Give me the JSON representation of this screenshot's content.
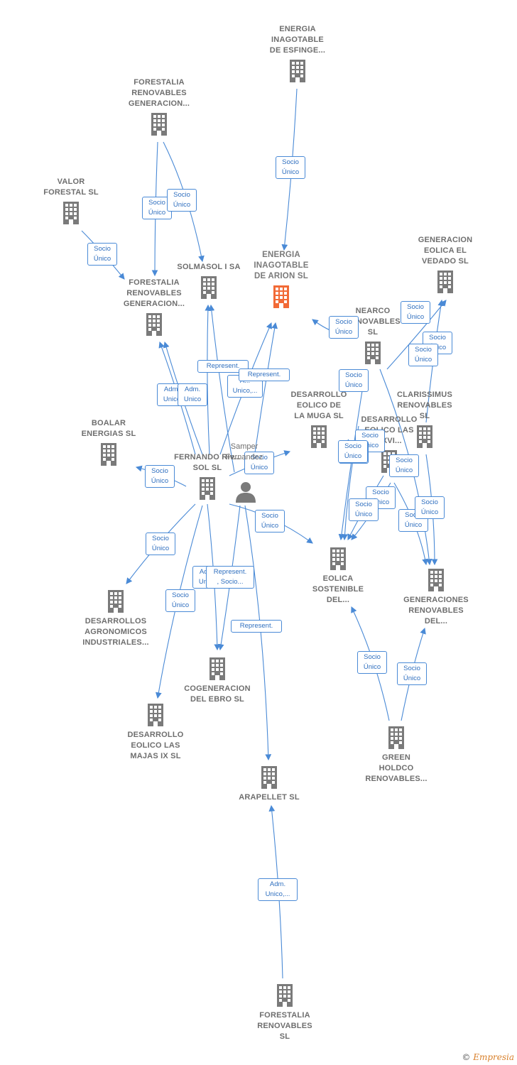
{
  "colors": {
    "edge": "#4a8ad6",
    "node": "#7a7a7a",
    "focus": "#f26a36",
    "label_border": "#4a8ad6"
  },
  "nodes": [
    {
      "id": "esfinge",
      "label": "ENERGIA\nINAGOTABLE\nDE ESFINGE...",
      "icon": "building-icon"
    },
    {
      "id": "forestalia_top",
      "label": "FORESTALIA\nRENOVABLES\nGENERACION...",
      "icon": "building-icon"
    },
    {
      "id": "valor",
      "label": "VALOR\nFORESTAL SL",
      "icon": "building-icon"
    },
    {
      "id": "solmasol",
      "label": "SOLMASOL I SA",
      "icon": "building-icon"
    },
    {
      "id": "arion",
      "label": "ENERGIA\nINAGOTABLE\nDE ARION  SL",
      "icon": "building-icon",
      "focus": true
    },
    {
      "id": "forestalia_mid",
      "label": "FORESTALIA\nRENOVABLES\nGENERACION...",
      "icon": "building-icon"
    },
    {
      "id": "generacion_vedado",
      "label": "GENERACION\nEOLICA EL\nVEDADO SL",
      "icon": "building-icon"
    },
    {
      "id": "nearco",
      "label": "NEARCO\nRENOVABLES\nSL",
      "icon": "building-icon"
    },
    {
      "id": "desarrollo_muga",
      "label": "DESARROLLO\nEOLICO DE\nLA MUGA SL",
      "icon": "building-icon"
    },
    {
      "id": "clarissimus",
      "label": "CLARISSIMUS\nRENOVABLES\nSL",
      "icon": "building-icon"
    },
    {
      "id": "desarrollo_colas",
      "label": "DESARROLLO\nEOLICO LAS\nXXVI...",
      "icon": "building-icon"
    },
    {
      "id": "boalar",
      "label": "BOALAR\nENERGIAS  SL",
      "icon": "building-icon"
    },
    {
      "id": "fernando",
      "label": "FERNANDO Riv...\nSOL SL",
      "icon": "building-icon"
    },
    {
      "id": "eolica_sostenible",
      "label": "EOLICA\nSOSTENIBLE\nDEL...",
      "icon": "building-icon"
    },
    {
      "id": "generaciones_renovables",
      "label": "GENERACIONES\nRENOVABLES\nDEL...",
      "icon": "building-icon"
    },
    {
      "id": "desarrollos_agro",
      "label": "DESARROLLOS\nAGRONOMICOS\nINDUSTRIALES...",
      "icon": "building-icon"
    },
    {
      "id": "cogeneracion",
      "label": "COGENERACION\nDEL EBRO  SL",
      "icon": "building-icon"
    },
    {
      "id": "desarrollo_majas",
      "label": "DESARROLLO\nEOLICO LAS\nMAJAS IX  SL",
      "icon": "building-icon"
    },
    {
      "id": "green_holdco",
      "label": "GREEN\nHOLDCO\nRENOVABLES...",
      "icon": "building-icon"
    },
    {
      "id": "arapellet",
      "label": "ARAPELLET  SL",
      "icon": "building-icon"
    },
    {
      "id": "forestalia_bottom",
      "label": "FORESTALIA\nRENOVABLES\nSL",
      "icon": "building-icon"
    }
  ],
  "person": {
    "label": "Samper\nFernandez",
    "icon": "person-icon"
  },
  "edge_labels": [
    "Socio\nÚnico",
    "Socio\nÚnico",
    "Socio\nÚnico",
    "Socio\nÚnico",
    "Socio\nÚnico",
    "Represent.",
    "Adm.\nUnico",
    "Adm.\nUnico",
    "A...\nUnico,...",
    "Represent.",
    "Socio\nÚnico",
    "Socio\nÚnico",
    "Socio\nÚnico",
    "Socio\nÚnico",
    "Socio\nÚnico",
    "Socio\nÚnico",
    "Socio\nÚnico",
    "Socio\nÚnico",
    "Socio\nÚnico",
    "Socio\nÚnico",
    "Socio\nÚnico",
    "Socio\nÚnico",
    "Socio\nÚnico",
    "Socio\nÚnico",
    "Socio\nÚnico",
    "Socio\nÚnico",
    "Adm.\nUnico",
    "Represent.\n, Socio...",
    "Socio\nÚnico",
    "Represent.",
    "Socio\nÚnico",
    "Socio\nÚnico",
    "Adm.\nUnico,...",
    "Socio\nÚnico"
  ],
  "footer": {
    "copyright": "©",
    "brand": "Empresia"
  }
}
